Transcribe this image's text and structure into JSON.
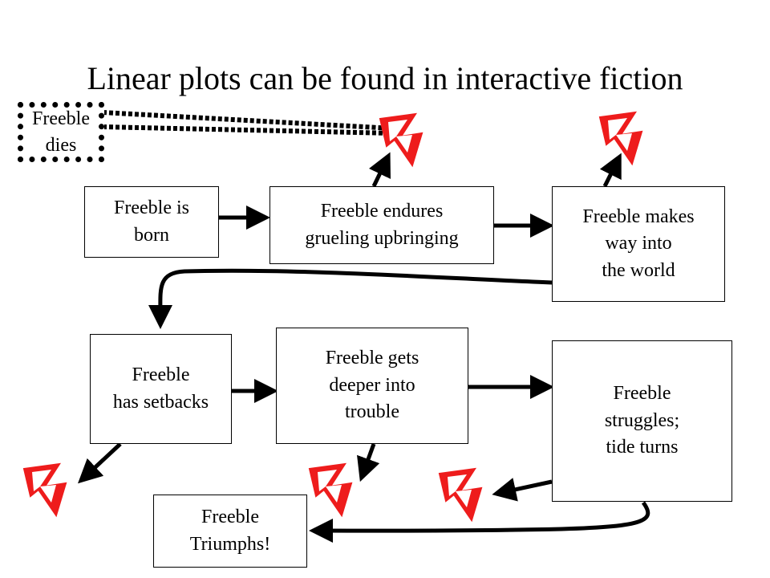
{
  "title": "Linear plots can be found in interactive fiction",
  "nodes": {
    "dies": "Freeble\ndies",
    "born": "Freeble is\nborn",
    "endures": "Freeble endures\ngrueling upbringing",
    "makes_way": "Freeble makes\nway into\nthe world",
    "setbacks": "Freeble\nhas setbacks",
    "deeper": "Freeble gets\ndeeper into\ntrouble",
    "struggles": "Freeble\nstruggles;\ntide turns",
    "triumphs": "Freeble\nTriumphs!"
  },
  "colors": {
    "lightning": "#ee1c1c",
    "line": "#000000"
  },
  "icons": [
    "lightning-bolt-icon"
  ]
}
